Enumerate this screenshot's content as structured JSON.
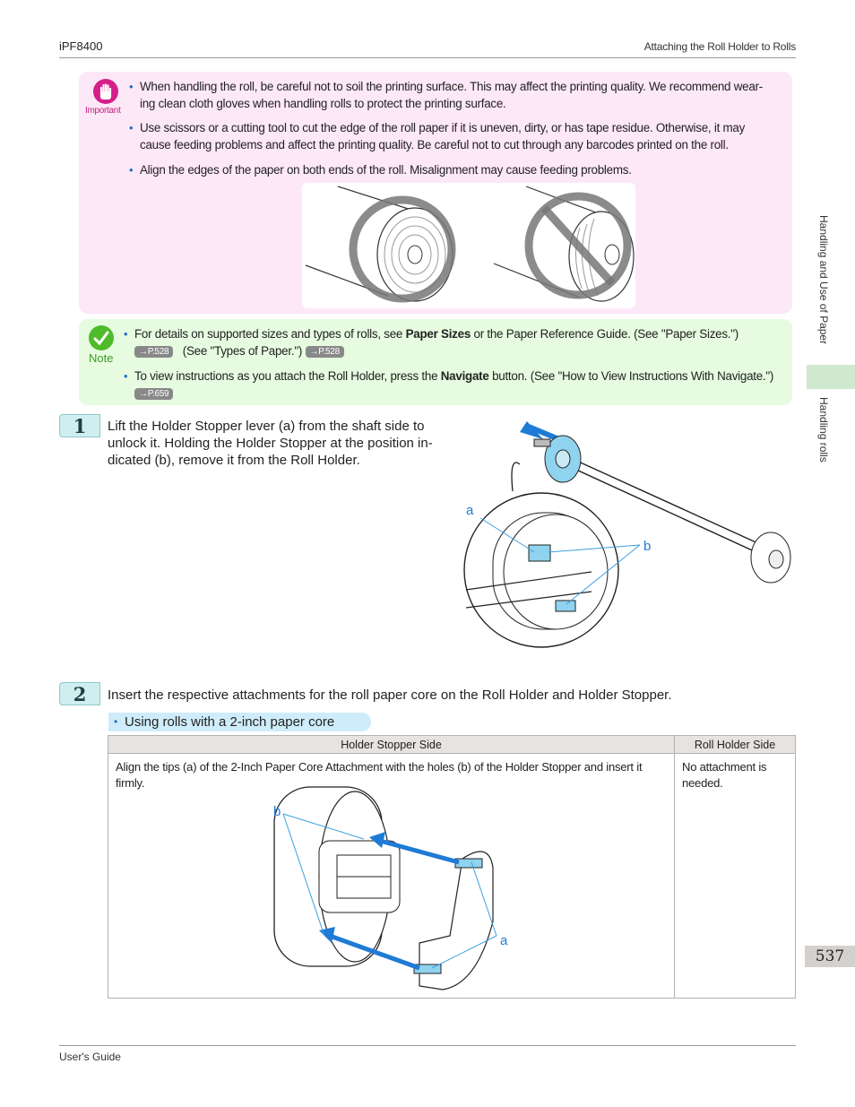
{
  "header": {
    "model": "iPF8400",
    "section": "Attaching the Roll Holder to Rolls"
  },
  "important": {
    "label": "Important",
    "items": [
      "When handling the roll, be careful not to soil the printing surface. This may affect the printing quality. We recommend wear-",
      "ing clean cloth gloves when handling rolls to protect the printing surface.",
      "Use scissors or a cutting tool to cut the edge of the roll paper if it is uneven, dirty, or has tape residue. Otherwise, it may",
      "cause feeding problems and affect the printing quality. Be careful not to cut through any barcodes printed on the roll.",
      "Align the edges of the paper on both ends of the roll. Misalignment may cause feeding problems."
    ]
  },
  "note": {
    "label": "Note",
    "item1_pre": "For details on supported sizes and types of rolls, see ",
    "item1_bold": "Paper Sizes",
    "item1_post": " or the Paper Reference Guide.  (See \"Paper Sizes.\")",
    "ref1": "→P.528",
    "item1_mid": "(See \"Types of Paper.\")",
    "ref2": "→P.528",
    "item2_pre": "To view instructions as you attach the Roll Holder, press the ",
    "item2_bold": "Navigate",
    "item2_post": " button.  (See \"How to View Instructions With Navigate.\")",
    "ref3": "→P.659"
  },
  "step1": {
    "number": "1",
    "line1": "Lift the Holder Stopper lever (a) from the shaft side to",
    "line2": "unlock it. Holding the Holder Stopper at the position in-",
    "line3": "dicated (b), remove it from the Roll Holder.",
    "label_a": "a",
    "label_b": "b"
  },
  "step2": {
    "number": "2",
    "text": "Insert the respective attachments for the roll paper core on the Roll Holder and Holder Stopper.",
    "sub": "Using rolls with a 2-inch paper core",
    "table": {
      "col1": "Holder Stopper Side",
      "col2": "Roll Holder Side",
      "cell1": "Align the tips (a) of the 2-Inch Paper Core Attachment with the holes (b) of the Holder Stopper and insert it firmly.",
      "cell2": "No attachment is needed.",
      "label_a": "a",
      "label_b": "b"
    }
  },
  "side_tabs": {
    "tab1": "Handling and Use of Paper",
    "tab2": "Handling rolls"
  },
  "page_number": "537",
  "footer": "User's Guide",
  "colors": {
    "important_bg": "#fde8f8",
    "note_bg": "#e6fbe0",
    "accent_blue": "#1f6fd1",
    "part_cyan": "#8fd3ee"
  }
}
